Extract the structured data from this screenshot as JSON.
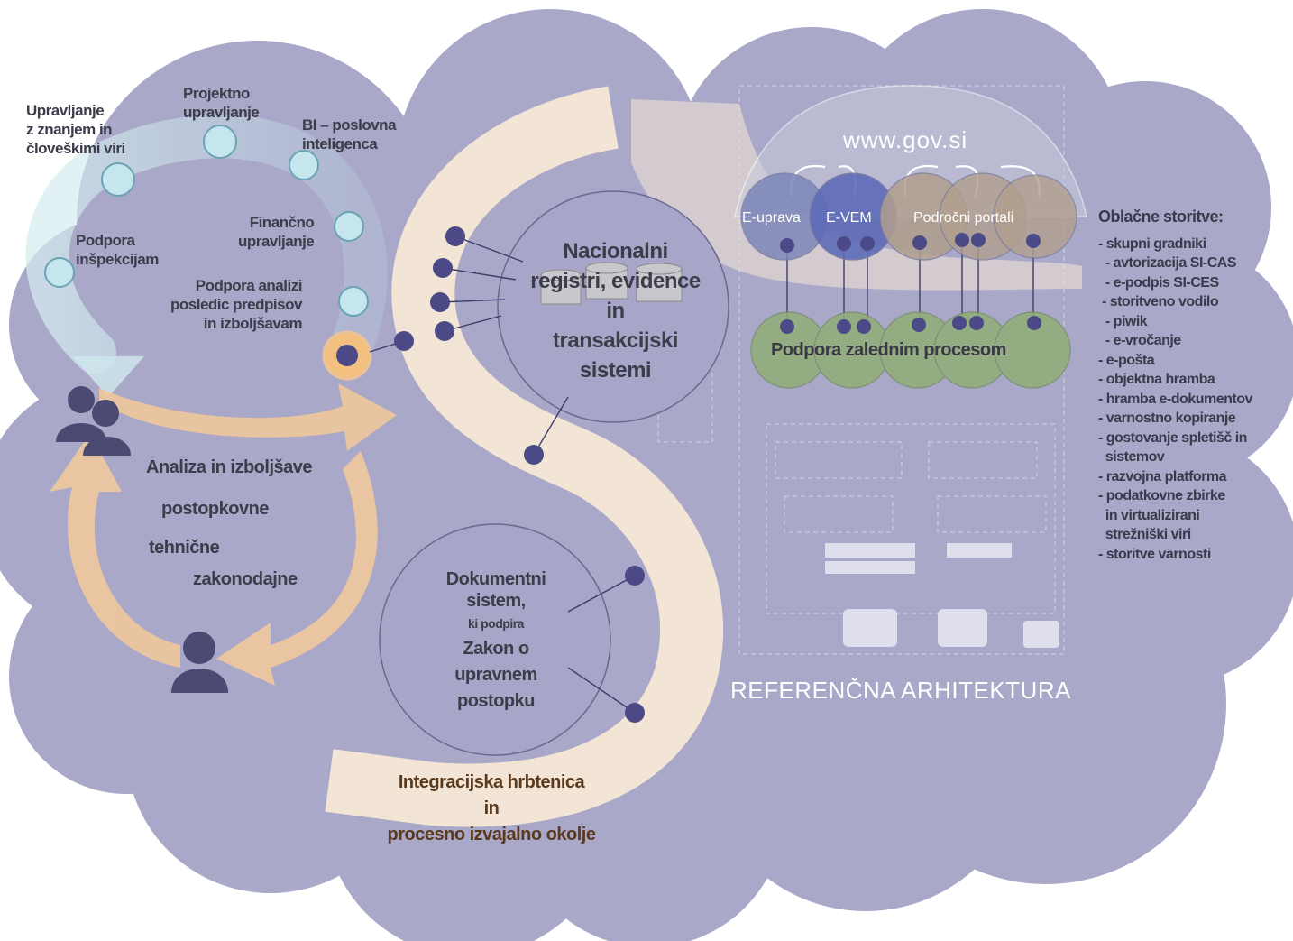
{
  "left_cycle": {
    "items": [
      {
        "label": "Upravljanje\nz znanjem in\nčloveškimi viri"
      },
      {
        "label": "Projektno\nupravljanje"
      },
      {
        "label": "BI – poslovna\ninteligenca"
      },
      {
        "label": "Finančno\nupravljanje"
      },
      {
        "label": "Podpora\ninšpekcijam"
      },
      {
        "label": "Podpora analizi\nposledic predpisov\nin izboljšavam"
      }
    ]
  },
  "analysis": {
    "title": "Analiza in izboljšave",
    "line1": "postopkovne",
    "line2": "tehnične",
    "line3": "zakonodajne"
  },
  "registers": {
    "label": "Nacionalni\nregistri, evidence\nin\ntransakcijski\nsistemi"
  },
  "documents": {
    "line1": "Dokumentni\nsistem,",
    "line2": "ki podpira",
    "line3": "Zakon o\nupravnem\npostopku"
  },
  "backbone": {
    "label": "Integracijska hrbtenica\nin\nprocesno izvajalno okolje"
  },
  "architecture": {
    "portal": "www.gov.si",
    "pills": [
      "E-uprava",
      "E-VEM",
      "Področni portali"
    ],
    "backend": "Podpora zalednim procesom",
    "title": "REFERENČNA ARHITEKTURA"
  },
  "cloud_services": {
    "title": "Oblačne storitve:",
    "items": [
      "- skupni gradniki",
      "  - avtorizacija SI-CAS",
      "  - e-podpis SI-CES",
      " - storitveno vodilo",
      "  - piwik",
      "  - e-vročanje",
      "- e-pošta",
      "- objektna hramba",
      "- hramba e-dokumentov",
      "- varnostno kopiranje",
      "- gostovanje spletišč in",
      "  sistemov",
      "- razvojna platforma",
      "- podatkovne zbirke",
      "  in virtualizirani",
      "  strežniški viri",
      "- storitve varnosti"
    ]
  },
  "colors": {
    "cloud": "#a9a8c8",
    "s_band": "#f5e8d6",
    "arrow_orange": "#f0c89c",
    "cycle_blue": "#cfe6ec",
    "dot": "#4c4a86",
    "node_green": "#90ad79",
    "node_blue": "#5d6cb8",
    "node_tan": "#b19f8e"
  }
}
